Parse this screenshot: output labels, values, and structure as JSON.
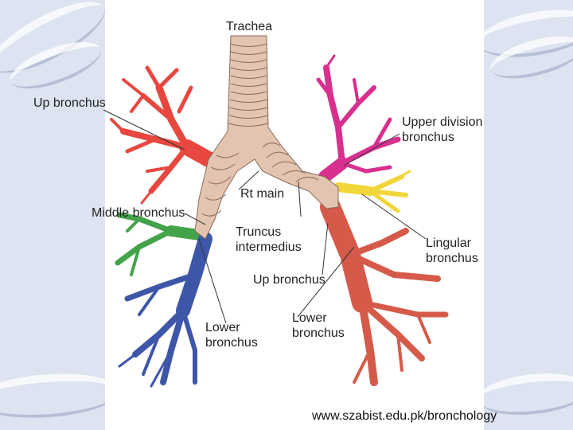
{
  "labels": {
    "trachea": "Trachea",
    "up_bronchus_right": "Up bronchus",
    "upper_division": "Upper division\nbronchus",
    "rt_main": "Rt main",
    "middle_bronchus": "Middle bronchus",
    "truncus": "Truncus\nintermedius",
    "lingular": "Lingular\nbronchus",
    "up_bronchus_left": "Up bronchus",
    "lower_right": "Lower\nbronchus",
    "lower_left": "Lower\nbronchus"
  },
  "credit": "www.szabist.edu.pk/bronchology",
  "colors": {
    "background": "#dde3f0",
    "trachea": "#e2c4b0",
    "right_upper": "#e8473f",
    "left_upper": "#d8308f",
    "lingula": "#f1d63a",
    "middle": "#43a34a",
    "right_lower": "#3d56a8",
    "left_lower": "#d65a4a"
  }
}
